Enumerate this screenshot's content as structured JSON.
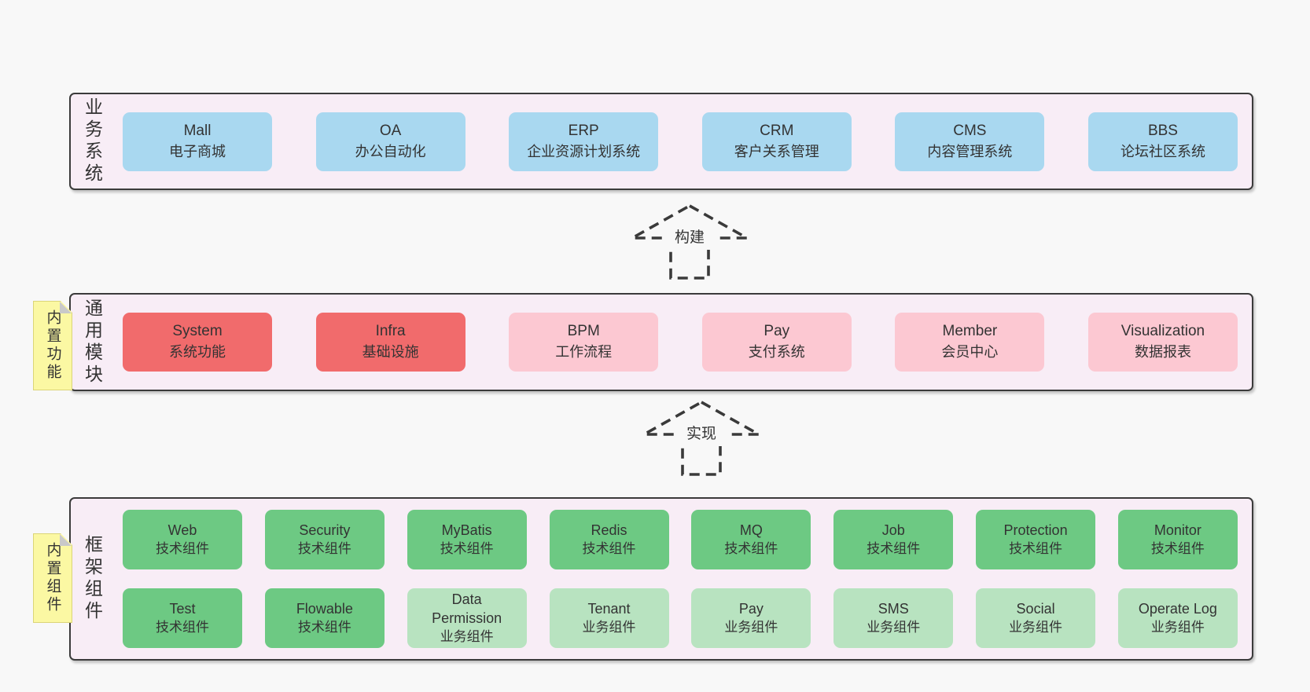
{
  "colors": {
    "page_bg": "#f8f8f8",
    "band_bg": "#f8edf6",
    "band_border": "#3b3b3b",
    "blue": "#a9d8f0",
    "red": "#f16b6c",
    "pink": "#fcc8d2",
    "green": "#6dc983",
    "light_green": "#b8e3c0",
    "sticky_yellow": "#fbf8a3",
    "sticky_fold": "#c9c9c9",
    "arrow": "#3a3a3a",
    "text": "#333333"
  },
  "arrows": {
    "build": "构建",
    "implement": "实现"
  },
  "bands": {
    "business": {
      "label": "业务系统",
      "boxes": [
        {
          "title": "Mall",
          "subtitle": "电子商城"
        },
        {
          "title": "OA",
          "subtitle": "办公自动化"
        },
        {
          "title": "ERP",
          "subtitle": "企业资源计划系统"
        },
        {
          "title": "CRM",
          "subtitle": "客户关系管理"
        },
        {
          "title": "CMS",
          "subtitle": "内容管理系统"
        },
        {
          "title": "BBS",
          "subtitle": "论坛社区系统"
        }
      ]
    },
    "modules": {
      "label": "通用模块",
      "sticky": "内置功能",
      "boxes": [
        {
          "title": "System",
          "subtitle": "系统功能",
          "color": "red"
        },
        {
          "title": "Infra",
          "subtitle": "基础设施",
          "color": "red"
        },
        {
          "title": "BPM",
          "subtitle": "工作流程",
          "color": "pink"
        },
        {
          "title": "Pay",
          "subtitle": "支付系统",
          "color": "pink"
        },
        {
          "title": "Member",
          "subtitle": "会员中心",
          "color": "pink"
        },
        {
          "title": "Visualization",
          "subtitle": "数据报表",
          "color": "pink"
        }
      ]
    },
    "components": {
      "label": "框架组件",
      "sticky": "内置组件",
      "rows": [
        [
          {
            "title": "Web",
            "subtitle": "技术组件",
            "color": "green"
          },
          {
            "title": "Security",
            "subtitle": "技术组件",
            "color": "green"
          },
          {
            "title": "MyBatis",
            "subtitle": "技术组件",
            "color": "green"
          },
          {
            "title": "Redis",
            "subtitle": "技术组件",
            "color": "green"
          },
          {
            "title": "MQ",
            "subtitle": "技术组件",
            "color": "green"
          },
          {
            "title": "Job",
            "subtitle": "技术组件",
            "color": "green"
          },
          {
            "title": "Protection",
            "subtitle": "技术组件",
            "color": "green"
          },
          {
            "title": "Monitor",
            "subtitle": "技术组件",
            "color": "green"
          }
        ],
        [
          {
            "title": "Test",
            "subtitle": "技术组件",
            "color": "green"
          },
          {
            "title": "Flowable",
            "subtitle": "技术组件",
            "color": "green"
          },
          {
            "title": "Data Permission",
            "subtitle": "业务组件",
            "color": "light_green"
          },
          {
            "title": "Tenant",
            "subtitle": "业务组件",
            "color": "light_green"
          },
          {
            "title": "Pay",
            "subtitle": "业务组件",
            "color": "light_green"
          },
          {
            "title": "SMS",
            "subtitle": "业务组件",
            "color": "light_green"
          },
          {
            "title": "Social",
            "subtitle": "业务组件",
            "color": "light_green"
          },
          {
            "title": "Operate Log",
            "subtitle": "业务组件",
            "color": "light_green"
          }
        ]
      ]
    }
  }
}
